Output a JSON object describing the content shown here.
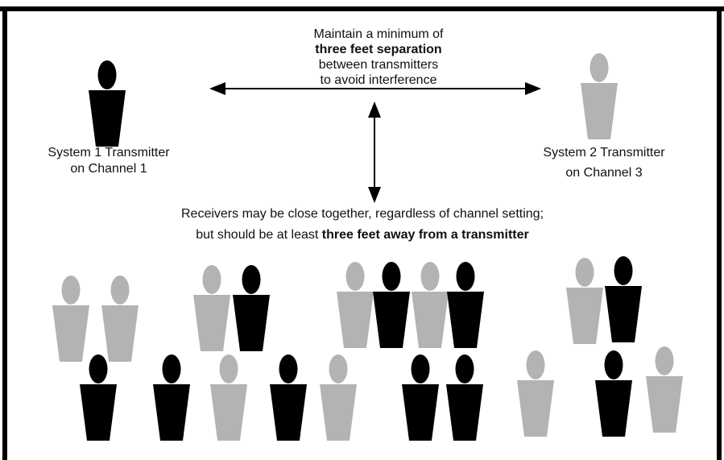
{
  "top_note": {
    "line1": "Maintain a minimum of",
    "line2_bold": "three feet separation",
    "line3": "between transmitters",
    "line4": "to avoid interference"
  },
  "tx1": {
    "line1": "System 1 Transmitter",
    "line2": "on Channel 1"
  },
  "tx2": {
    "line1": "System 2 Transmitter",
    "line2": "on Channel 3"
  },
  "receivers_note": {
    "line1": "Receivers may be close together, regardless of channel setting;",
    "line2_prefix": "but should be at least ",
    "line2_bold": "three feet away from a transmitter"
  },
  "colors": {
    "black": "#000000",
    "gray": "#b3b3b3"
  },
  "icons": {
    "person": "person-icon"
  }
}
